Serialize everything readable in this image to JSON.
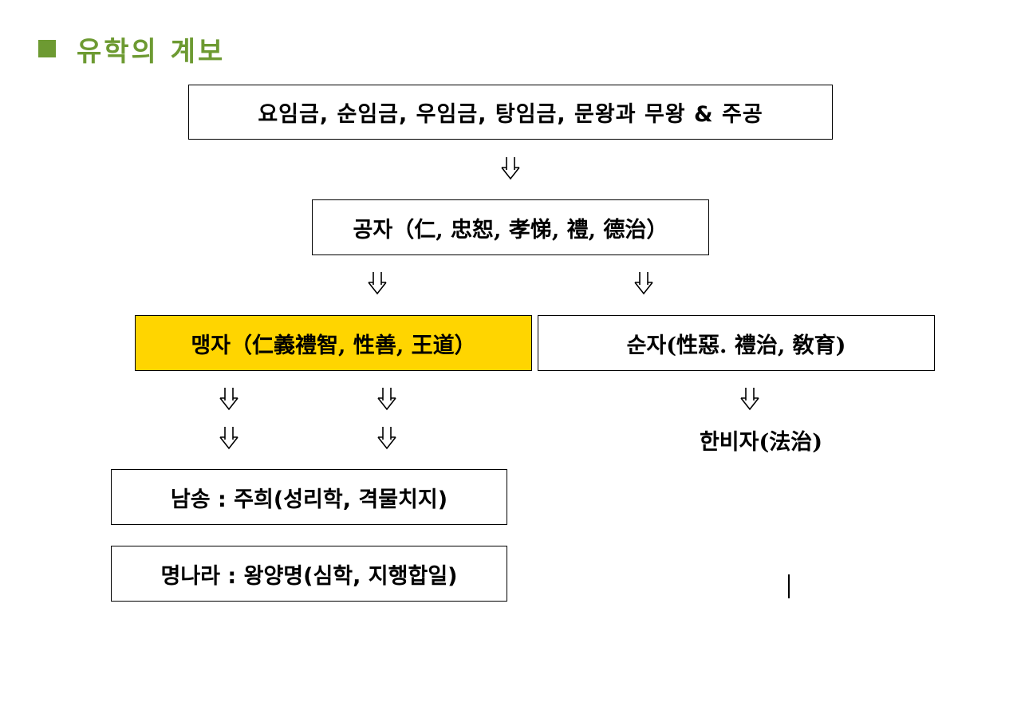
{
  "title": {
    "text": "유학의 계보"
  },
  "colors": {
    "title": "#6d9a32",
    "highlight": "#ffd500",
    "border": "#000000"
  },
  "nodes": {
    "ancestors": "요임금, 순임금, 우임금, 탕임금, 문왕과 무왕 & 주공",
    "confucius": {
      "name": "공자",
      "detail": "（仁, 忠恕, 孝悌, 禮, 德治）"
    },
    "mencius": {
      "name": "맹자",
      "detail": "（仁義禮智, 性善, 王道）"
    },
    "xunzi": {
      "name": "순자",
      "detail": "(性惡. 禮治, 敎育)"
    },
    "hanfeizi": {
      "name": "한비자",
      "detail": "(法治)"
    },
    "zhuxi": "남송 : 주희(성리학, 격물치지)",
    "wangyangming": "명나라 : 왕양명(심학, 지행합일)"
  },
  "arrow_icon": "double-down-arrow-icon"
}
